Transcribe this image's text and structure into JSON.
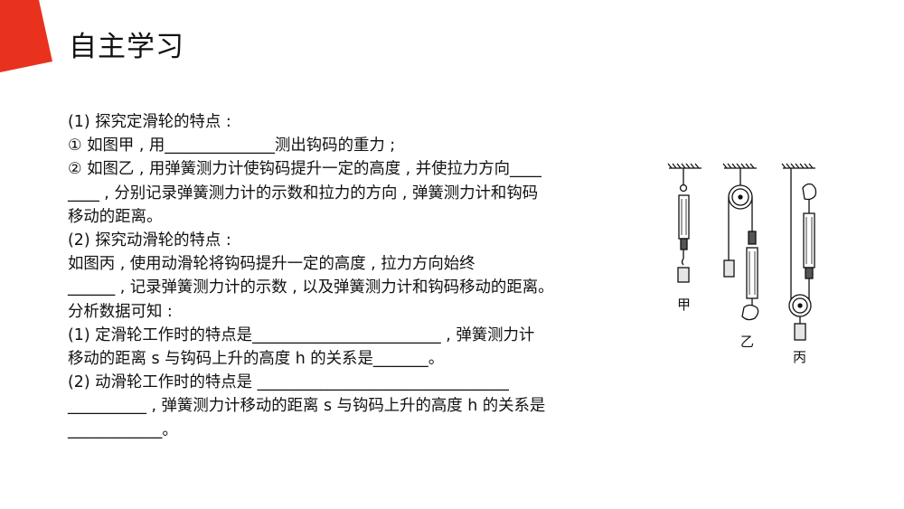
{
  "title": "自主学习",
  "lines": [
    "(1) 探究定滑轮的特点 :",
    "① 如图甲 , 用______________测出钩码的重力 ;",
    "② 如图乙 , 用弹簧测力计使钩码提升一定的高度 , 并使拉力方向____",
    "____ , 分别记录弹簧测力计的示数和拉力的方向 , 弹簧测力计和钩码",
    "移动的距离。",
    "(2) 探究动滑轮的特点 :",
    "如图丙 , 使用动滑轮将钩码提升一定的高度 , 拉力方向始终",
    "______ , 记录弹簧测力计的示数 , 以及弹簧测力计和钩码移动的距离。",
    "分析数据可知 :",
    "(1) 定滑轮工作时的特点是________________________ , 弹簧测力计",
    "移动的距离 s 与钩码上升的高度 h 的关系是_______。",
    "(2) 动滑轮工作时的特点是 ________________________________",
    "__________ , 弹簧测力计移动的距离 s 与钩码上升的高度 h 的关系是",
    "____________。"
  ],
  "figure": {
    "label_jia": "甲",
    "label_yi": "乙",
    "label_bing": "丙"
  },
  "colors": {
    "accent": "#e8321e",
    "text": "#111111"
  }
}
